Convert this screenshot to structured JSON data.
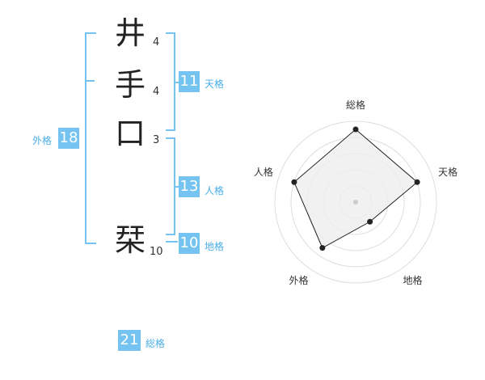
{
  "name_chars": [
    {
      "char": "井",
      "strokes": "4"
    },
    {
      "char": "手",
      "strokes": "4"
    },
    {
      "char": "口",
      "strokes": "3"
    },
    {
      "char": "栞",
      "strokes": "10"
    }
  ],
  "fortune": {
    "tenkaku": {
      "value": "11",
      "label": "天格"
    },
    "jinkaku": {
      "value": "13",
      "label": "人格"
    },
    "chikaku": {
      "value": "10",
      "label": "地格"
    },
    "gaikaku": {
      "value": "18",
      "label": "外格"
    },
    "soukaku": {
      "value": "21",
      "label": "総格"
    }
  },
  "chart_data": {
    "type": "radar",
    "axes": [
      "総格",
      "天格",
      "地格",
      "外格",
      "人格"
    ],
    "max": 5,
    "series": [
      {
        "values": [
          4.5,
          4.0,
          1.5,
          3.5,
          4.0
        ]
      }
    ],
    "grid": true
  },
  "colors": {
    "accent": "#74c3f1",
    "accent_text": "#4aaee8",
    "radar_fill": "#eeeeee",
    "radar_line": "#222222"
  }
}
